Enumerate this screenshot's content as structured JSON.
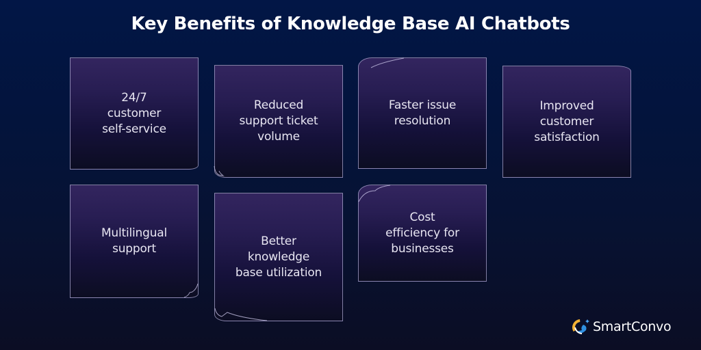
{
  "title": "Key Benefits of Knowledge Base AI Chatbots",
  "cards": [
    {
      "id": "24-7-self-service",
      "text": "24/7\ncustomer\nself-service"
    },
    {
      "id": "reduced-ticket-volume",
      "text": "Reduced\nsupport ticket\nvolume"
    },
    {
      "id": "faster-resolution",
      "text": "Faster issue\nresolution"
    },
    {
      "id": "improved-satisfaction",
      "text": "Improved\ncustomer\nsatisfaction"
    },
    {
      "id": "multilingual-support",
      "text": "Multilingual\nsupport"
    },
    {
      "id": "knowledge-base-utilization",
      "text": "Better\nknowledge\nbase utilization"
    },
    {
      "id": "cost-efficiency",
      "text": "Cost\nefficiency for\nbusinesses"
    }
  ],
  "brand": {
    "name": "SmartConvo",
    "colors": {
      "accent_yellow": "#f2b134",
      "accent_blue": "#2f8fe0",
      "card_top": "#33255f",
      "card_bottom": "#0c0d22",
      "background_top": "#021646",
      "background_bottom": "#0b0d24"
    }
  }
}
